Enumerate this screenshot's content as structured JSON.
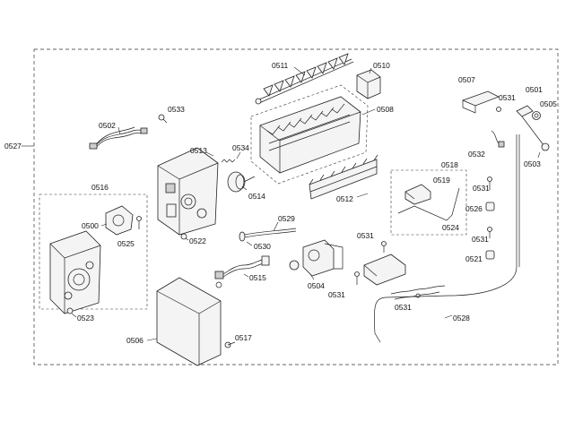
{
  "diagram": {
    "callouts": {
      "c0527": "0527",
      "c0511": "0511",
      "c0510": "0510",
      "c0502": "0502",
      "c0533": "0533",
      "c0508": "0508",
      "c0507": "0507",
      "c0501": "0501",
      "c0531a": "0531",
      "c0505": "0505",
      "c0513": "0513",
      "c0534": "0534",
      "c0532": "0532",
      "c0503": "0503",
      "c0518": "0518",
      "c0519": "0519",
      "c0531b": "0531",
      "c0516": "0516",
      "c0514": "0514",
      "c0512": "0512",
      "c0526": "0526",
      "c0500": "0500",
      "c0524": "0524",
      "c0529": "0529",
      "c0525": "0525",
      "c0522": "0522",
      "c0531c": "0531",
      "c0531d": "0531",
      "c0530": "0530",
      "c0521": "0521",
      "c0515": "0515",
      "c0504": "0504",
      "c0531e": "0531",
      "c0523": "0523",
      "c0531f": "0531",
      "c0528": "0528",
      "c0506": "0506",
      "c0517": "0517"
    }
  }
}
